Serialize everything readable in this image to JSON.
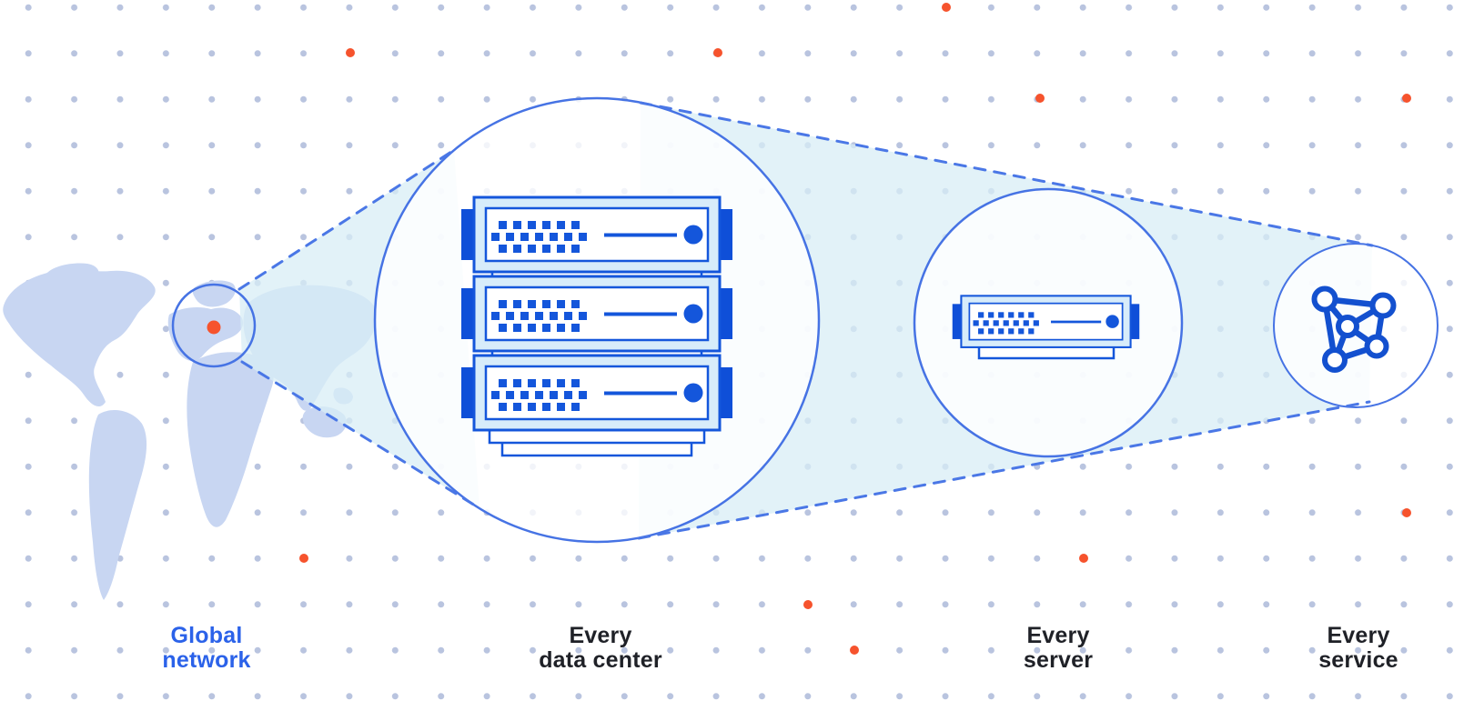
{
  "page": {
    "title": "Global network zoom diagram",
    "background": "#ffffff"
  },
  "labels": {
    "global_network": {
      "line1": "Global",
      "line2": "network"
    },
    "data_center": {
      "line1": "Every",
      "line2": "data center"
    },
    "server": {
      "line1": "Every",
      "line2": "server"
    },
    "service": {
      "line1": "Every",
      "line2": "service"
    }
  },
  "icons": {
    "map": "world-map",
    "map_focus": "map-focus-circle",
    "rack": "server-rack-icon",
    "server": "server-icon",
    "mesh": "network-mesh-icon",
    "dots": "orange-dot"
  },
  "colors": {
    "accent_blue": "#1456db",
    "stroke_blue": "#4673e4",
    "dash_blue": "#4a77e6",
    "mesh_blue": "#1350cf",
    "tab_blue": "#0f4fd8",
    "server_light": "#d7ecfa",
    "beam_fill": "#d8edf6",
    "map_fill": "#c8d6f2",
    "grid_dot": "#b9c4df",
    "orange": "#f6532d",
    "label_dark": "#1f2127",
    "label_blue": "#2b62e9"
  }
}
